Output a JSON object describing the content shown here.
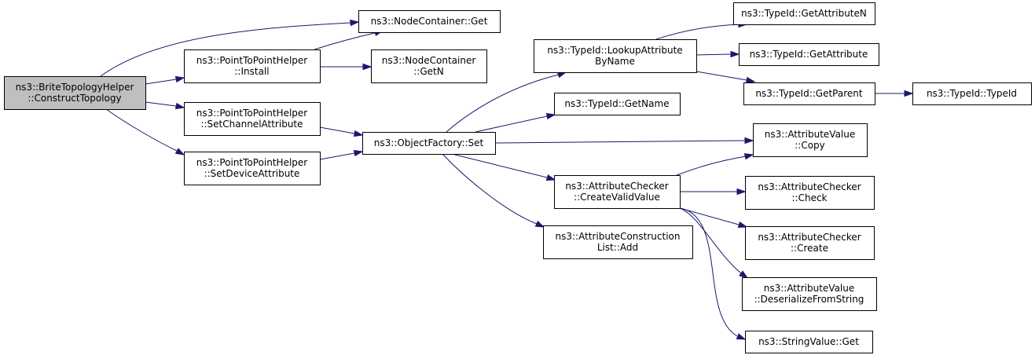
{
  "nodes": {
    "root": [
      "ns3::BriteTopologyHelper",
      "::ConstructTopology"
    ],
    "nc_get": [
      "ns3::NodeContainer::Get"
    ],
    "p2p_install": [
      "ns3::PointToPointHelper",
      "::Install"
    ],
    "nc_getn": [
      "ns3::NodeContainer",
      "::GetN"
    ],
    "p2p_setchan": [
      "ns3::PointToPointHelper",
      "::SetChannelAttribute"
    ],
    "p2p_setdev": [
      "ns3::PointToPointHelper",
      "::SetDeviceAttribute"
    ],
    "of_set": [
      "ns3::ObjectFactory::Set"
    ],
    "tid_lookup": [
      "ns3::TypeId::LookupAttribute",
      "ByName"
    ],
    "tid_getname": [
      "ns3::TypeId::GetName"
    ],
    "ac_createvalid": [
      "ns3::AttributeChecker",
      "::CreateValidValue"
    ],
    "acl_add": [
      "ns3::AttributeConstruction",
      "List::Add"
    ],
    "tid_getattrn": [
      "ns3::TypeId::GetAttributeN"
    ],
    "tid_getattr": [
      "ns3::TypeId::GetAttribute"
    ],
    "tid_getparent": [
      "ns3::TypeId::GetParent"
    ],
    "tid_typeid": [
      "ns3::TypeId::TypeId"
    ],
    "av_copy": [
      "ns3::AttributeValue",
      "::Copy"
    ],
    "ac_check": [
      "ns3::AttributeChecker",
      "::Check"
    ],
    "ac_create": [
      "ns3::AttributeChecker",
      "::Create"
    ],
    "av_deser": [
      "ns3::AttributeValue",
      "::DeserializeFromString"
    ],
    "sv_get": [
      "ns3::StringValue::Get"
    ]
  },
  "edges": [
    [
      "root",
      "nc_get"
    ],
    [
      "root",
      "p2p_install"
    ],
    [
      "root",
      "p2p_setchan"
    ],
    [
      "root",
      "p2p_setdev"
    ],
    [
      "p2p_install",
      "nc_get"
    ],
    [
      "p2p_install",
      "nc_getn"
    ],
    [
      "p2p_setchan",
      "of_set"
    ],
    [
      "p2p_setdev",
      "of_set"
    ],
    [
      "of_set",
      "tid_lookup"
    ],
    [
      "of_set",
      "tid_getname"
    ],
    [
      "of_set",
      "av_copy"
    ],
    [
      "of_set",
      "ac_createvalid"
    ],
    [
      "of_set",
      "acl_add"
    ],
    [
      "tid_lookup",
      "tid_getattrn"
    ],
    [
      "tid_lookup",
      "tid_getattr"
    ],
    [
      "tid_lookup",
      "tid_getparent"
    ],
    [
      "tid_getparent",
      "tid_typeid"
    ],
    [
      "ac_createvalid",
      "av_copy"
    ],
    [
      "ac_createvalid",
      "ac_check"
    ],
    [
      "ac_createvalid",
      "ac_create"
    ],
    [
      "ac_createvalid",
      "av_deser"
    ],
    [
      "ac_createvalid",
      "sv_get"
    ]
  ],
  "colors": {
    "edge": "#191970",
    "root_fill": "#bfbfbf",
    "node_fill": "#ffffff",
    "border": "#000000"
  }
}
